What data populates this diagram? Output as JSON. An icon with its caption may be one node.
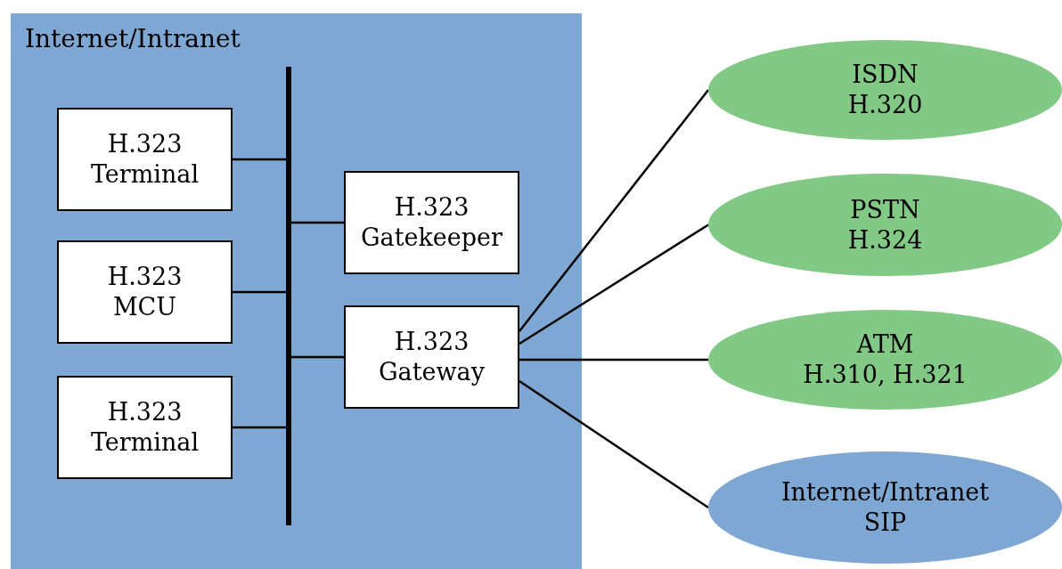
{
  "diagram": {
    "nodes": [
      {
        "text": [
          "Internet/Intranet"
        ]
      },
      {
        "text": [],
        "shape": "bar",
        "in": 0
      },
      {
        "text": [
          "H.323",
          "Terminal"
        ],
        "in": 0
      },
      {
        "text": [
          "H.323",
          "MCU"
        ],
        "in": 0
      },
      {
        "text": [
          "H.323",
          "Terminal"
        ],
        "in": 0
      },
      {
        "text": [
          "H.323",
          "Gatekeeper"
        ],
        "in": 0
      },
      {
        "text": [
          "H.323",
          "Gateway"
        ],
        "in": 0
      },
      {
        "text": [
          "ISDN",
          "H.320"
        ]
      },
      {
        "text": [
          "PSTN",
          "H.324"
        ]
      },
      {
        "text": [
          "ATM",
          "H.310, H.321"
        ]
      },
      {
        "text": [
          "Internet/Intranet",
          "SIP"
        ]
      }
    ],
    "edges": [
      {
        "from": 2,
        "to": 1,
        "arrow": "none"
      },
      {
        "from": 3,
        "to": 1,
        "arrow": "none"
      },
      {
        "from": 4,
        "to": 1,
        "arrow": "none"
      },
      {
        "from": 1,
        "to": 5,
        "arrow": "none"
      },
      {
        "from": 1,
        "to": 6,
        "arrow": "none"
      },
      {
        "from": 6,
        "to": 7,
        "arrow": "none"
      },
      {
        "from": 6,
        "to": 8,
        "arrow": "none"
      },
      {
        "from": 6,
        "to": 9,
        "arrow": "none"
      },
      {
        "from": 6,
        "to": 10,
        "arrow": "none"
      }
    ]
  }
}
